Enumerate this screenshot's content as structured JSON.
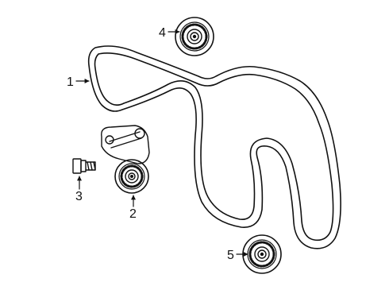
{
  "diagram": {
    "callouts": [
      {
        "id": "1",
        "label": "1"
      },
      {
        "id": "2",
        "label": "2"
      },
      {
        "id": "3",
        "label": "3"
      },
      {
        "id": "4",
        "label": "4"
      },
      {
        "id": "5",
        "label": "5"
      }
    ]
  },
  "colors": {
    "line": "#111111",
    "background": "#ffffff"
  }
}
